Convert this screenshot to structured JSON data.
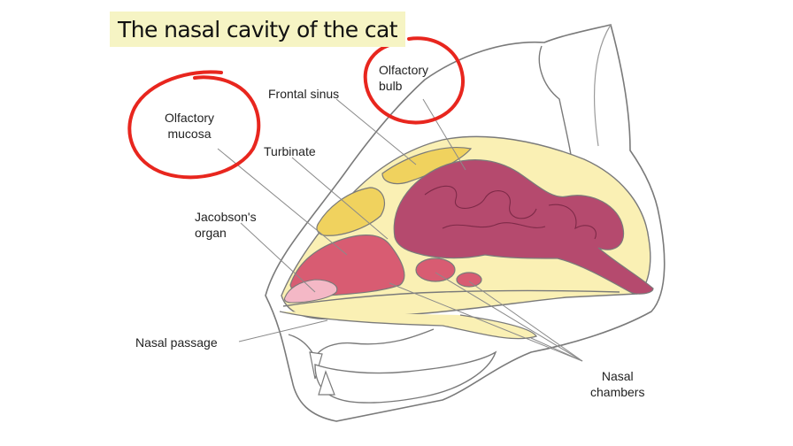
{
  "title": "The nasal cavity of the cat",
  "labels": {
    "olfactory_mucosa": "Olfactory\nmucosa",
    "olfactory_bulb": "Olfactory\nbulb",
    "frontal_sinus": "Frontal sinus",
    "turbinate": "Turbinate",
    "jacobsons_organ": "Jacobson's\norgan",
    "nasal_passage": "Nasal passage",
    "nasal_chambers": "Nasal\nchambers"
  },
  "colors": {
    "title_bg": "#f6f4c4",
    "bone": "#faf0b4",
    "sinus": "#f0d25e",
    "brain": "#b54a6e",
    "mucosa": "#d85c72",
    "jacobson": "#f4b8c6",
    "highlight_circle": "#e8261e",
    "outline": "#777777"
  }
}
